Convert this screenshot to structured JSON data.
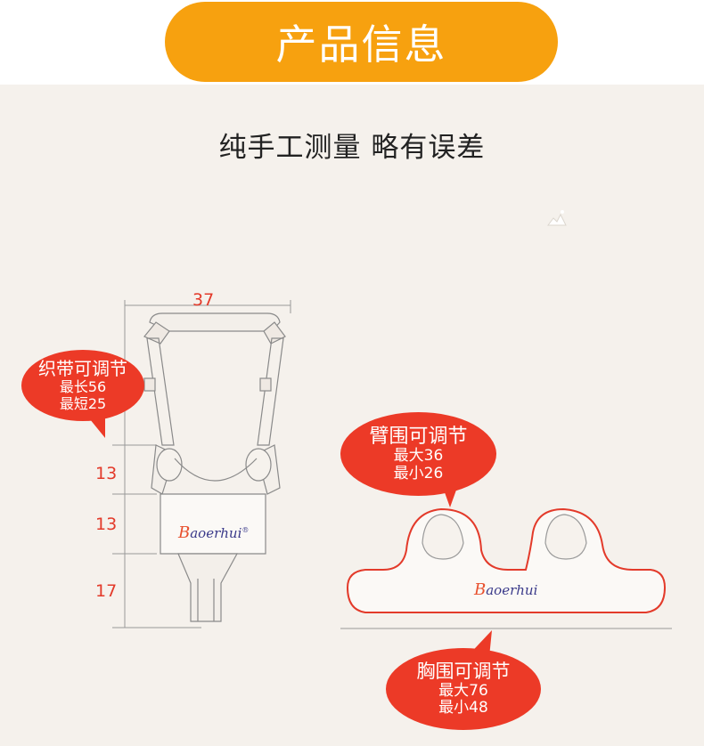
{
  "header": {
    "title": "产品信息"
  },
  "subtitle": "纯手工测量 略有误差",
  "dimensions": {
    "width": "37",
    "seg1": "13",
    "seg2": "13",
    "seg3": "17"
  },
  "callouts": {
    "strap": {
      "title": "织带可调节",
      "line1": "最长56",
      "line2": "最短25"
    },
    "arm": {
      "title": "臂围可调节",
      "line1": "最大36",
      "line2": "最小26"
    },
    "chest": {
      "title": "胸围可调节",
      "line1": "最大76",
      "line2": "最小48"
    }
  },
  "brand": {
    "initial": "B",
    "rest": "aoerhui",
    "reg": "®"
  },
  "colors": {
    "accent": "#f7a10f",
    "bubble": "#ec3a27",
    "outline": "#e33a2a"
  }
}
